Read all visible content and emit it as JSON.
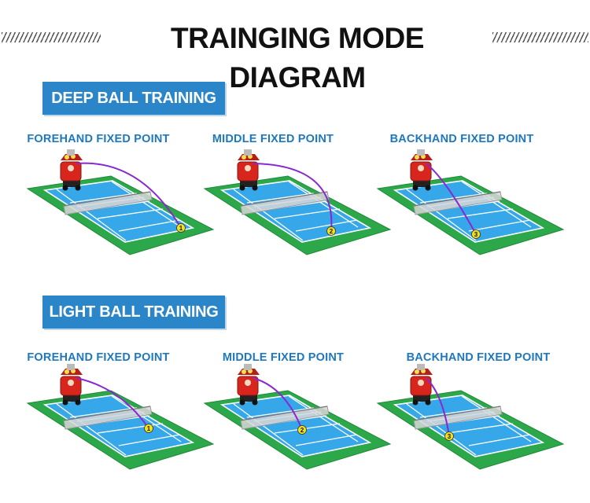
{
  "title": "TRAINGING MODE DIAGRAM",
  "sections": [
    {
      "label": "DEEP BALL TRAINING",
      "panels": [
        {
          "label": "FOREHAND FIXED POINT",
          "marker": "1"
        },
        {
          "label": "MIDDLE FIXED POINT",
          "marker": "2"
        },
        {
          "label": "BACKHAND FIXED POINT",
          "marker": "3"
        }
      ]
    },
    {
      "label": "LIGHT BALL TRAINING",
      "panels": [
        {
          "label": "FOREHAND FIXED POINT",
          "marker": "1"
        },
        {
          "label": "MIDDLE FIXED POINT",
          "marker": "2"
        },
        {
          "label": "BACKHAND FIXED POINT",
          "marker": "3"
        }
      ]
    }
  ],
  "colors": {
    "heading_badge": "#2a86c9",
    "panel_label": "#1e78be",
    "court_surround": "#2ca84a",
    "court_surface": "#36a7e8",
    "trajectory": "#8a28d0",
    "landing_marker": "#f2e21c",
    "machine": "#d8261e"
  }
}
